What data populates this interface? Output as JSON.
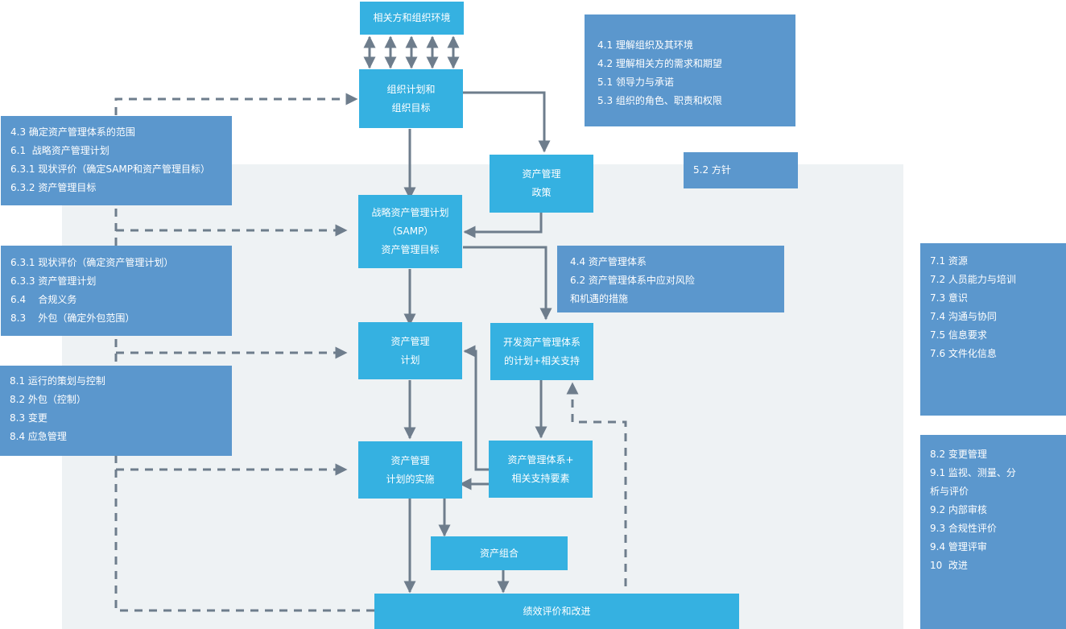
{
  "colors": {
    "node": "#35b1e1",
    "clause": "#5b97cd",
    "connector": "#6e7d8c",
    "background_band": "#eef2f4"
  },
  "nodes": {
    "stakeholders": [
      "相关方和组织环境"
    ],
    "org_plan": [
      "组织计划和",
      "组织目标"
    ],
    "am_policy": [
      "资产管理",
      "政策"
    ],
    "samp": [
      "战略资产管理计划",
      "（SAMP）",
      "资产管理目标"
    ],
    "am_plan": [
      "资产管理",
      "计划"
    ],
    "dev_system": [
      "开发资产管理体系",
      "的计划+相关支持"
    ],
    "am_impl": [
      "资产管理",
      "计划的实施"
    ],
    "system_support": [
      "资产管理体系+",
      "相关支持要素"
    ],
    "portfolio": [
      "资产组合"
    ],
    "performance": [
      "绩效评价和改进"
    ]
  },
  "clauses": {
    "context": [
      "4.1 理解组织及其环境",
      "4.2 理解相关方的需求和期望",
      "5.1 领导力与承诺",
      "5.3 组织的角色、职责和权限"
    ],
    "policy": [
      "5.2 方针"
    ],
    "scope": [
      "4.3 确定资产管理体系的范围",
      "6.1  战略资产管理计划",
      "6.3.1 现状评价（确定SAMP和资产管理目标）",
      "6.3.2 资产管理目标"
    ],
    "planning": [
      "6.3.1 现状评价（确定资产管理计划）",
      "6.3.3 资产管理计划",
      "6.4    合规义务",
      "8.3    外包（确定外包范围）"
    ],
    "system": [
      "4.4 资产管理体系",
      "6.2 资产管理体系中应对风险",
      "和机遇的措施"
    ],
    "operation": [
      "8.1 运行的策划与控制",
      "8.2 外包（控制）",
      "8.3 变更",
      "8.4 应急管理"
    ],
    "support": [
      "7.1 资源",
      "7.2 人员能力与培训",
      "7.3 意识",
      "7.4 沟通与协同",
      "7.5 信息要求",
      "7.6 文件化信息"
    ],
    "evaluation": [
      "8.2 变更管理",
      "9.1 监视、测量、分",
      "析与评价",
      "9.2 内部审核",
      "9.3 合规性评价",
      "9.4 管理评审",
      "10  改进"
    ]
  }
}
